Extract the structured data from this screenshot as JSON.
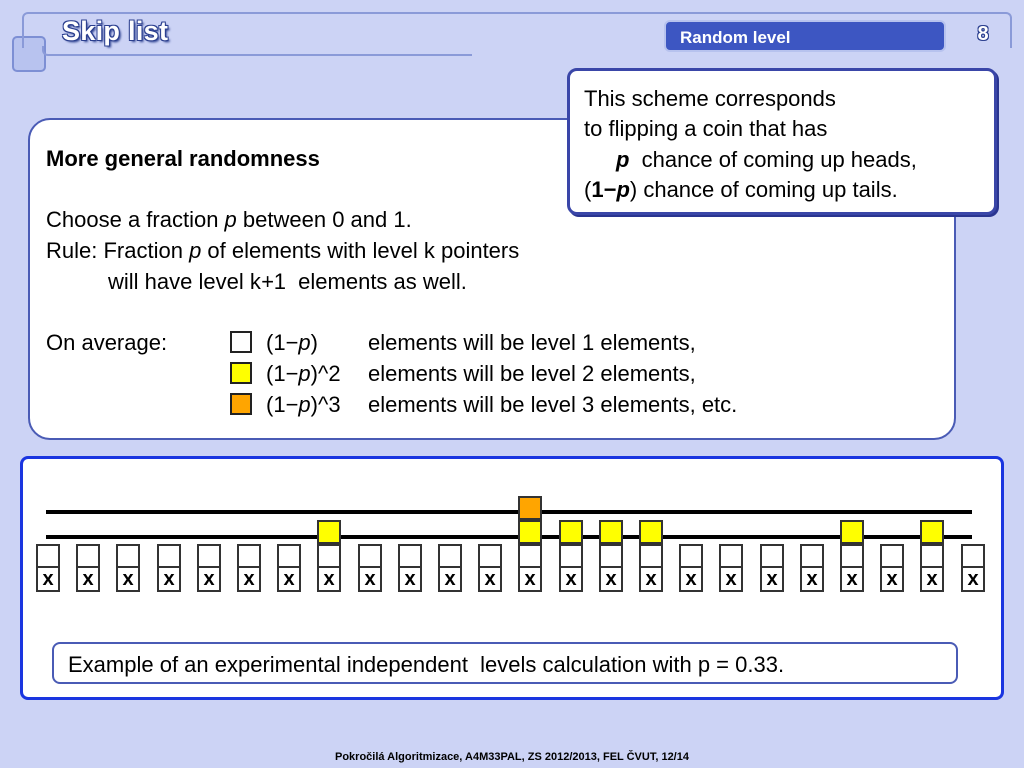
{
  "header": {
    "title": "Skip list",
    "section": "Random level",
    "page": "8"
  },
  "main": {
    "heading": "More general randomness",
    "line1_pre": "Choose a fraction ",
    "line1_var": "p",
    "line1_post": " between 0 and 1.",
    "line2_pre": "Rule: Fraction ",
    "line2_var": "p",
    "line2_post": " of elements with level k pointers",
    "line3_pre": "will have level k",
    "line3_op": "+",
    "line3_post": "1  elements as well.",
    "avg_label": "On average:",
    "rows": [
      {
        "frac_pre": "(1",
        "minus": "−",
        "var": "p",
        "frac_post": ")",
        "desc": "elements will be level 1 elements,",
        "color": "#ffffff"
      },
      {
        "frac_pre": "(1",
        "minus": "−",
        "var": "p",
        "frac_post": ")^2",
        "desc": "elements will be level 2 elements,",
        "color": "#ffff00"
      },
      {
        "frac_pre": "(1",
        "minus": "−",
        "var": "p",
        "frac_post": ")^3",
        "desc": "elements will be level 3 elements, etc.",
        "color": "#ffa500"
      }
    ]
  },
  "callout": {
    "line1": "This scheme corresponds",
    "line2": "to flipping a coin that has",
    "line3_var": "p",
    "line3_post": "  chance of coming up heads,",
    "line4_open": "(",
    "line4_one": "1",
    "line4_minus": "−",
    "line4_var": "p",
    "line4_post": ") chance of coming up tails."
  },
  "diagram": {
    "node_label": "x",
    "levels": [
      1,
      1,
      1,
      1,
      1,
      1,
      1,
      2,
      1,
      1,
      1,
      1,
      3,
      2,
      2,
      2,
      1,
      1,
      1,
      1,
      2,
      1,
      2,
      1
    ]
  },
  "example": "Example of an experimental independent  levels calculation with p = 0.33.",
  "footer": "Pokročilá Algoritmizace, A4M33PAL, ZS 2012/2013, FEL ČVUT,  12/14",
  "colors": {
    "level1": "#ffffff",
    "level2": "#ffff00",
    "level3": "#ffa500",
    "accent": "#3d56c2",
    "background": "#ccd3f5"
  }
}
